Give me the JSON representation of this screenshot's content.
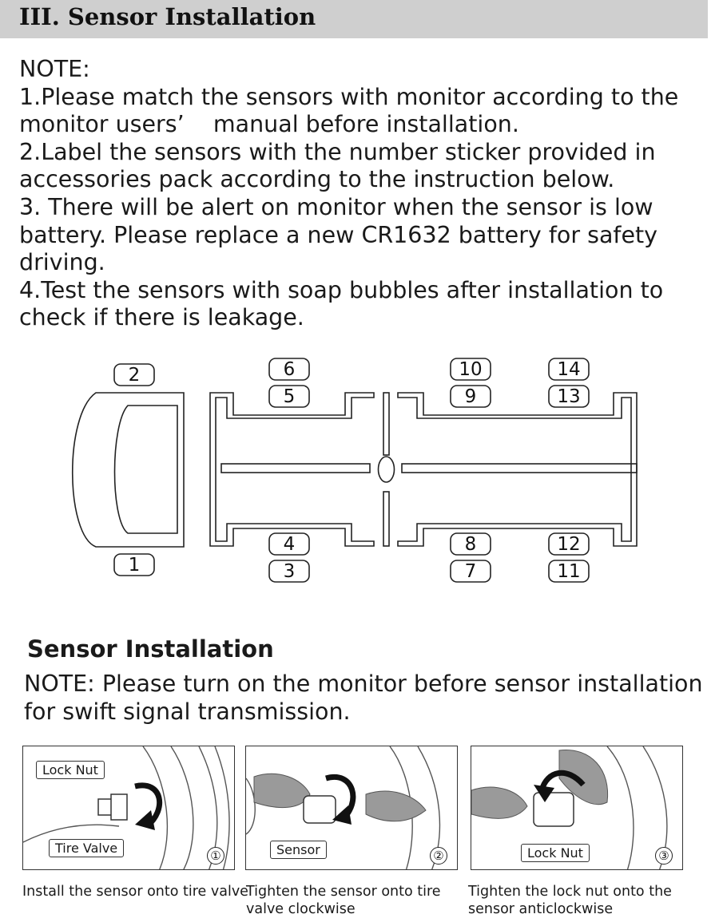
{
  "header": {
    "title": "III. Sensor Installation"
  },
  "notes": {
    "lines": [
      "NOTE:",
      "1.Please match the sensors with monitor according to the",
      "monitor users’    manual before installation.",
      "2.Label the sensors with the number sticker provided in",
      "accessories pack according to the instruction below.",
      "3. There will be alert on monitor when the sensor is low",
      "battery. Please replace a new CR1632 battery for safety",
      "driving.",
      "4.Test the sensors with soap bubbles after installation to",
      "check if there is leakage."
    ]
  },
  "diagram": {
    "labels": [
      "1",
      "2",
      "3",
      "4",
      "5",
      "6",
      "7",
      "8",
      "9",
      "10",
      "11",
      "12",
      "13",
      "14"
    ]
  },
  "installation": {
    "title": "Sensor Installation",
    "note_lines": [
      "NOTE: Please turn on the monitor before sensor installation",
      "for swift signal transmission."
    ]
  },
  "steps": [
    {
      "number": "①",
      "labels": [
        "Lock Nut",
        "Tire Valve"
      ],
      "caption_lines": [
        "Install the sensor onto tire valve"
      ]
    },
    {
      "number": "②",
      "labels": [
        "Sensor"
      ],
      "caption_lines": [
        "Tighten the sensor onto tire",
        "valve clockwise"
      ]
    },
    {
      "number": "③",
      "labels": [
        "Lock Nut"
      ],
      "caption_lines": [
        "Tighten the lock nut onto the",
        "sensor anticlockwise"
      ]
    }
  ]
}
